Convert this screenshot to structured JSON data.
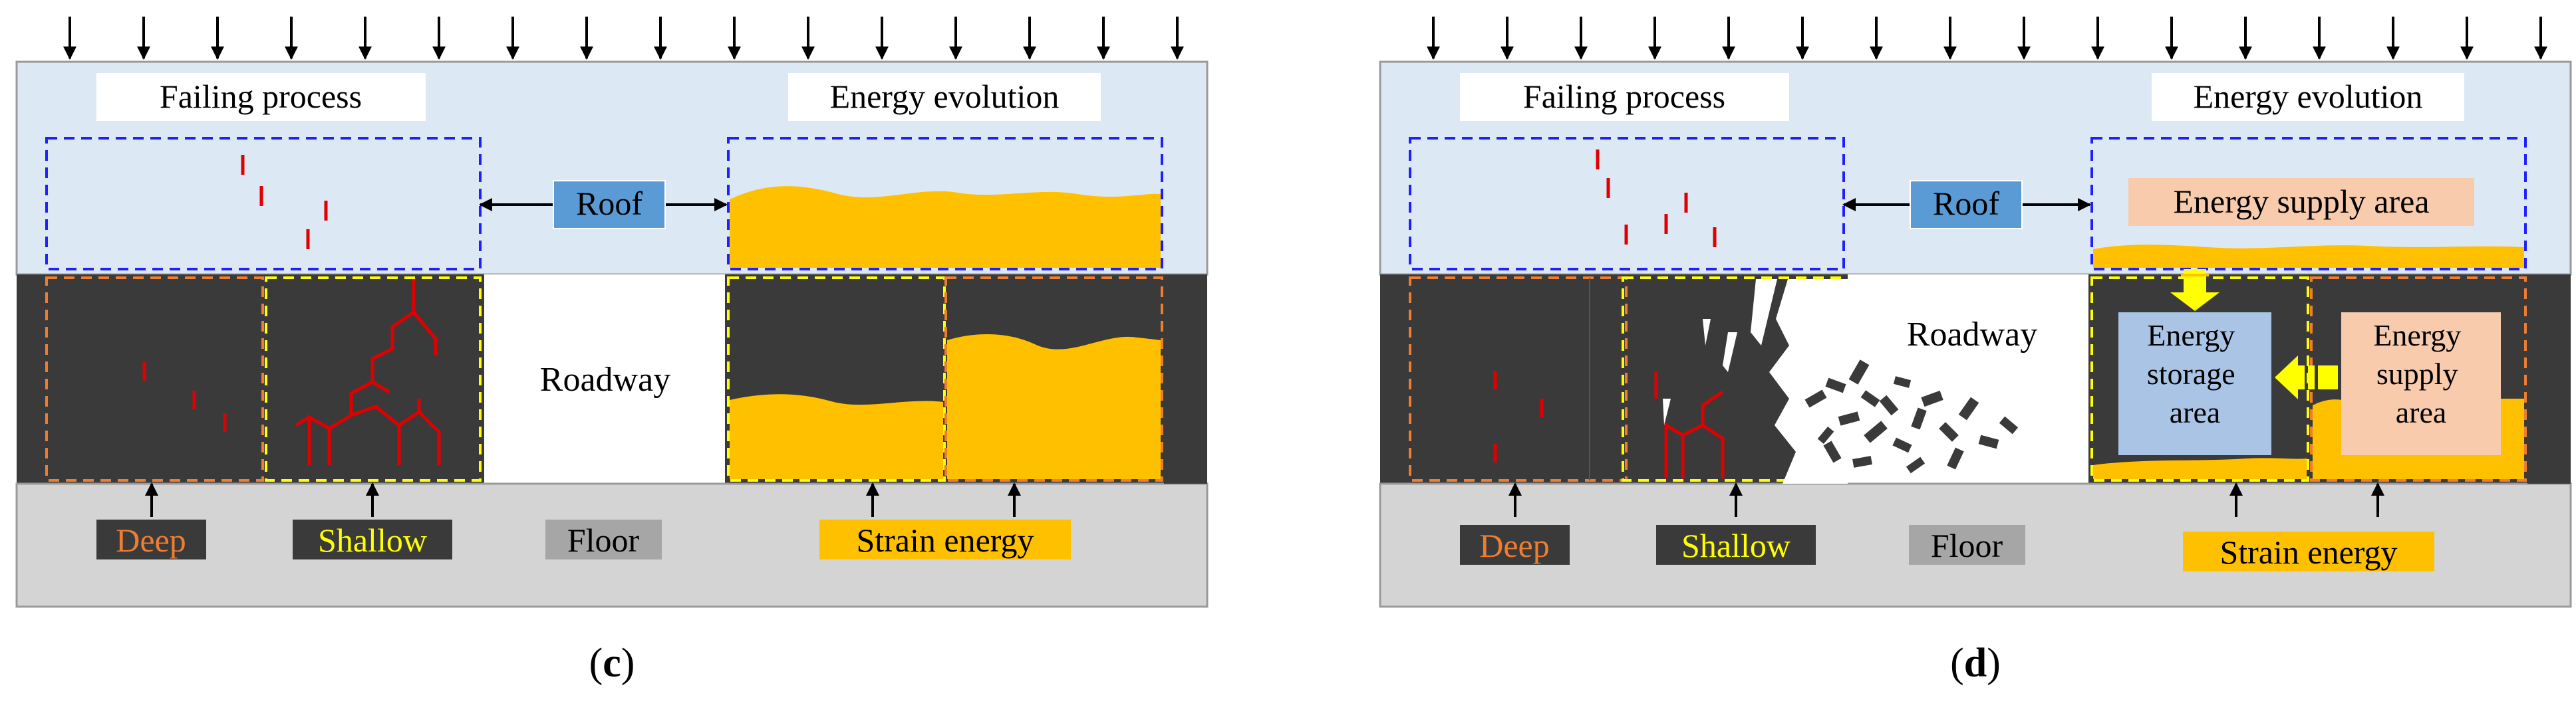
{
  "panels": [
    {
      "id": "c",
      "caption": "c",
      "failing_title": "Failing process",
      "energy_title": "Energy evolution",
      "roof_label": "Roof",
      "roadway_label": "Roadway",
      "deep_label": "Deep",
      "shallow_label": "Shallow",
      "floor_label": "Floor",
      "strain_label": "Strain energy"
    },
    {
      "id": "d",
      "caption": "d",
      "failing_title": "Failing process",
      "energy_title": "Energy evolution",
      "roof_label": "Roof",
      "roadway_label": "Roadway",
      "deep_label": "Deep",
      "shallow_label": "Shallow",
      "floor_label": "Floor",
      "strain_label": "Strain energy",
      "supply_top_label": "Energy supply area",
      "storage_label": [
        "Energy",
        "storage",
        "area"
      ],
      "supply_side_label": [
        "Energy",
        "supply",
        "area"
      ]
    }
  ],
  "colors": {
    "roof": "#dce8f4",
    "coal": "#3a3a3a",
    "floor": "#d4d4d4",
    "energy": "#ffc000",
    "deep_text": "#ed7d31",
    "shallow_text": "#ffff00",
    "crack": "#e00000",
    "roof_box": "#5b9bd5",
    "supply_box": "#f8cbad",
    "storage_box": "#a9c4e4",
    "arrow_yellow": "#ffff00"
  },
  "icons": [
    "load-arrow-icon",
    "double-arrow-icon",
    "up-arrow-icon",
    "down-arrow-icon",
    "left-arrow-icon"
  ]
}
